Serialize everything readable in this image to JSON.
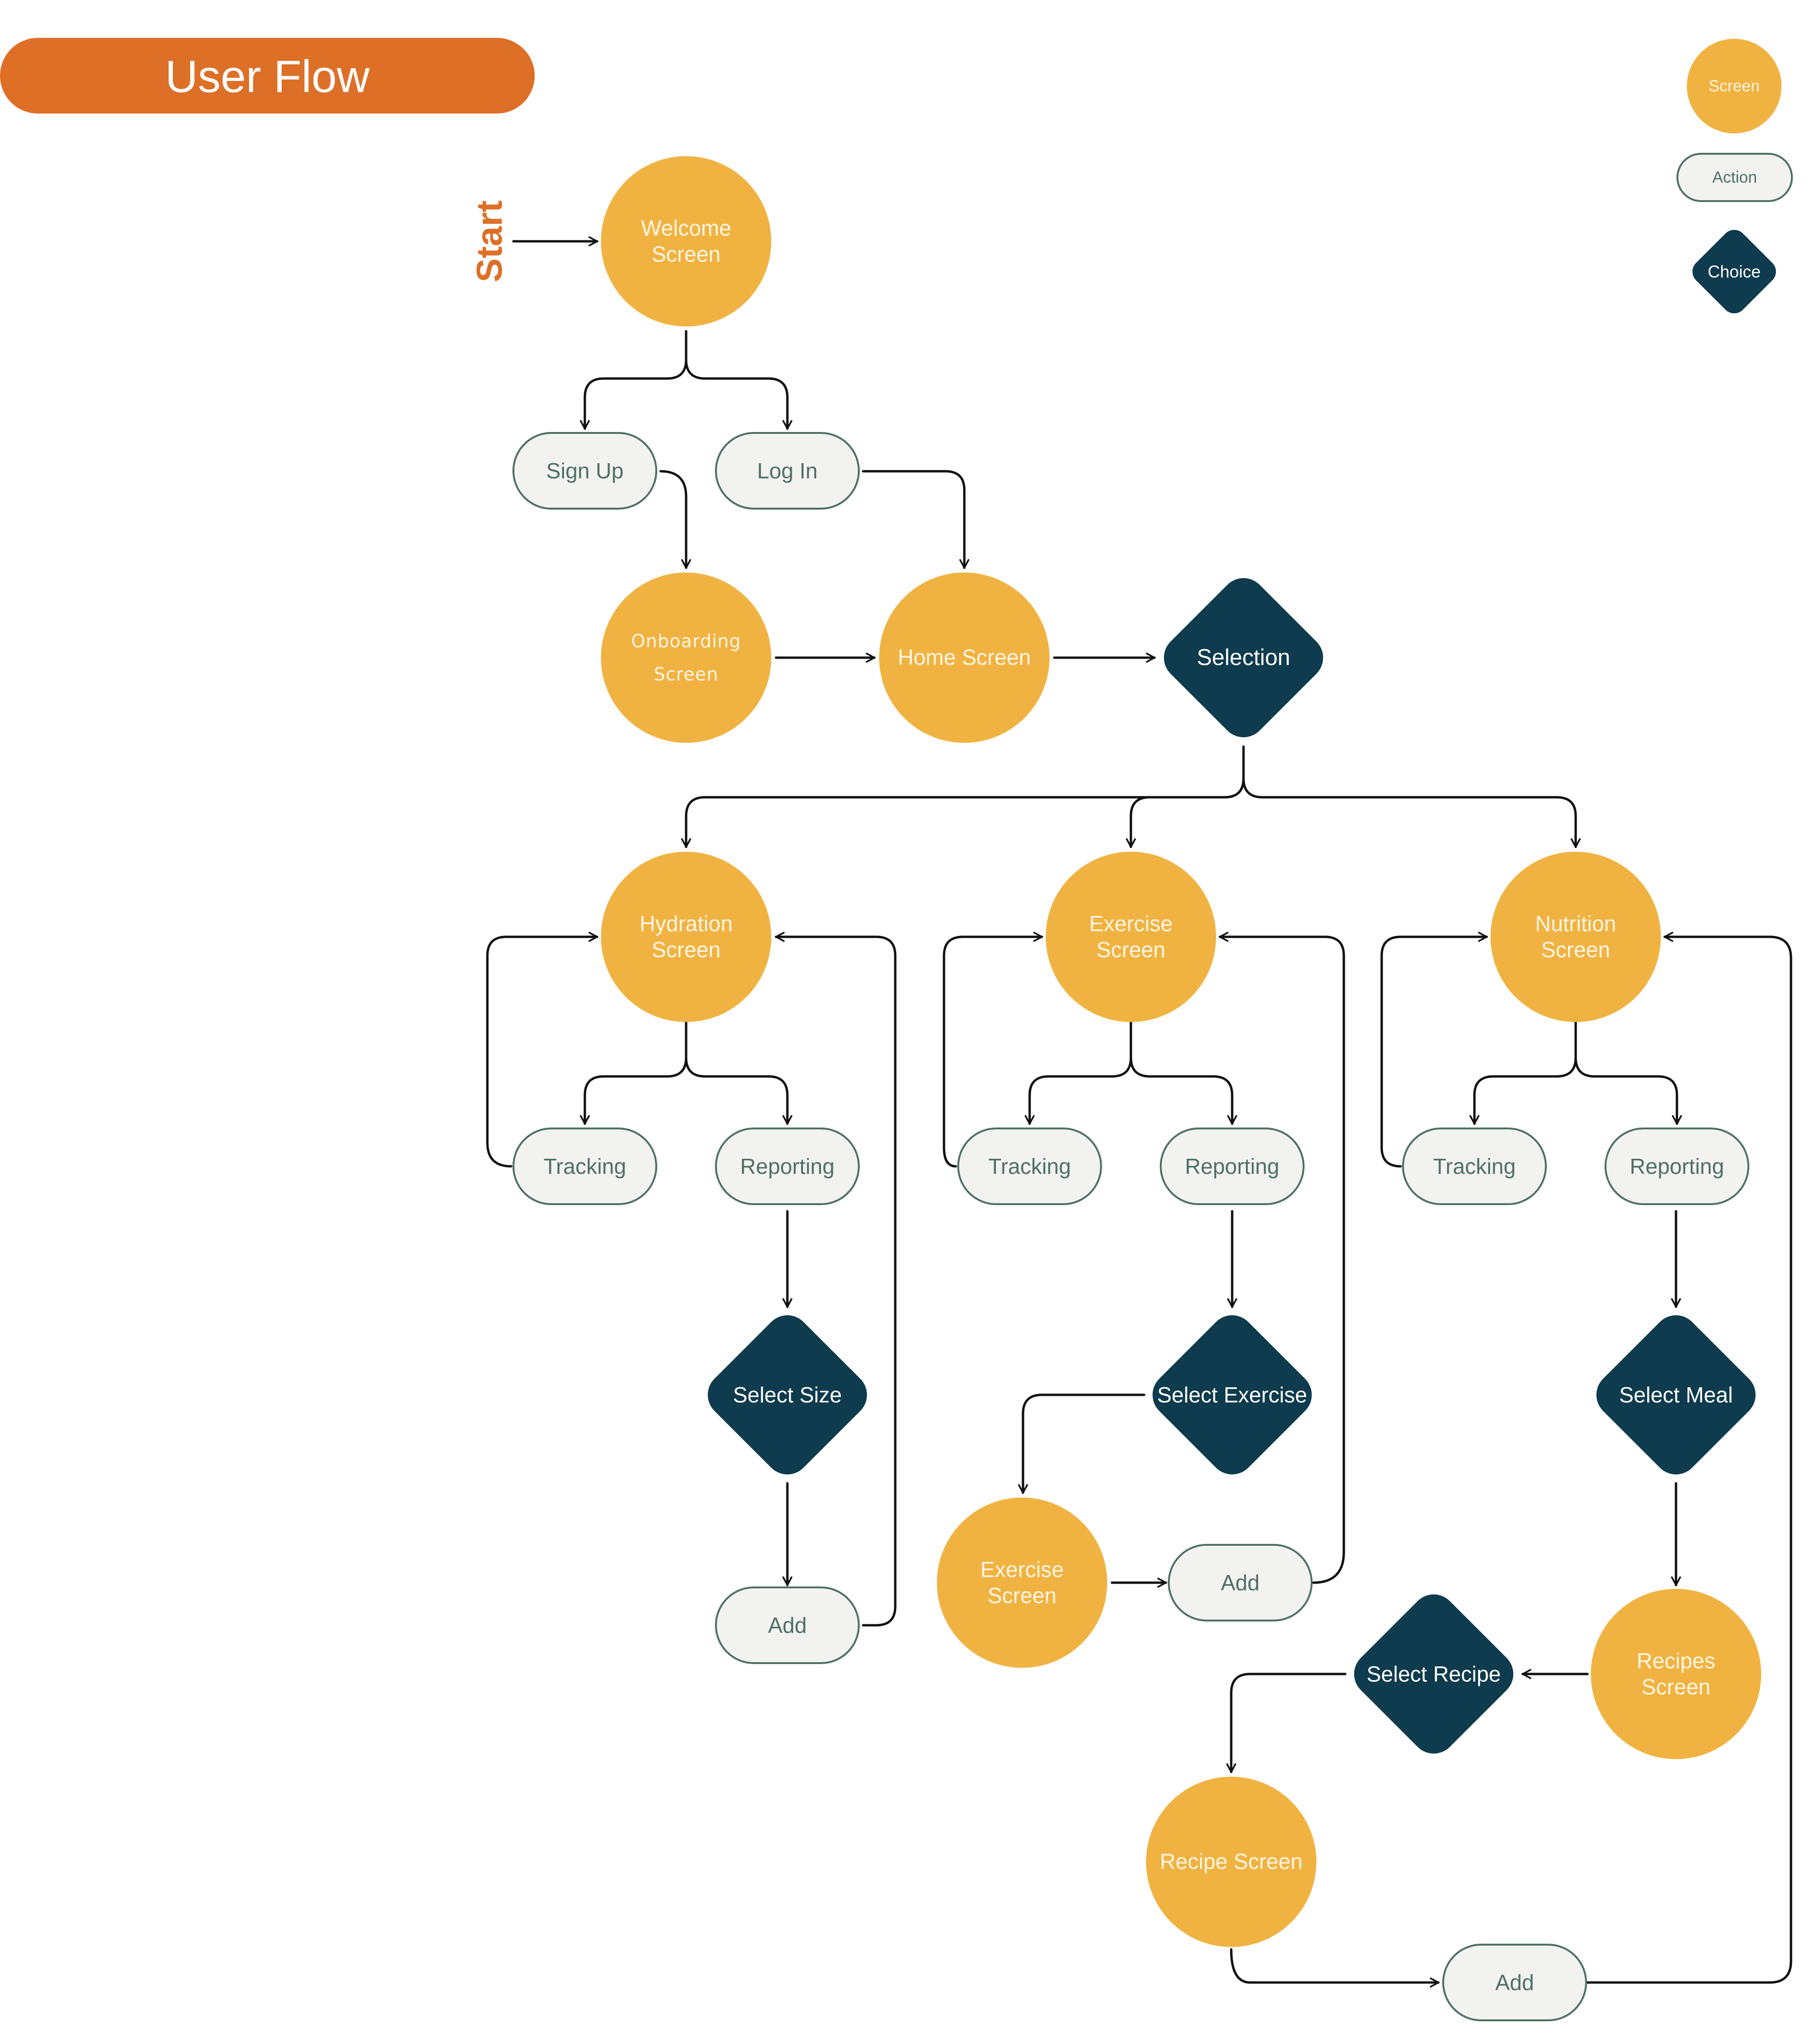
{
  "title": "User Flow",
  "start_label": "Start",
  "legend": {
    "screen": "Screen",
    "action": "Action",
    "choice": "Choice"
  },
  "colors": {
    "title_fill": "#dd6f27",
    "start_text": "#dd6f27",
    "screen_fill": "#f0b342",
    "screen_text": "#fdf5e3",
    "action_fill": "#f2f3f1",
    "action_stroke": "#4f7062",
    "action_text": "#4f7062",
    "choice_fill": "#0e3b4d",
    "choice_text": "#ffffff",
    "connector": "#111111"
  },
  "nodes": {
    "welcome": "Welcome Screen",
    "sign_up": "Sign Up",
    "log_in": "Log In",
    "onboarding": "Onboarding Screen",
    "home": "Home Screen",
    "selection": "Selection",
    "hydration": "Hydration Screen",
    "exercise": "Exercise Screen",
    "nutrition": "Nutrition Screen",
    "h_tracking": "Tracking",
    "h_reporting": "Reporting",
    "e_tracking": "Tracking",
    "e_reporting": "Reporting",
    "n_tracking": "Tracking",
    "n_reporting": "Reporting",
    "select_size": "Select Size",
    "select_exercise": "Select Exercise",
    "select_meal": "Select Meal",
    "h_add": "Add",
    "exercise_detail": "Exercise Screen",
    "e_add": "Add",
    "select_recipe": "Select Recipe",
    "recipes": "Recipes Screen",
    "recipe": "Recipe Screen",
    "n_add": "Add"
  }
}
